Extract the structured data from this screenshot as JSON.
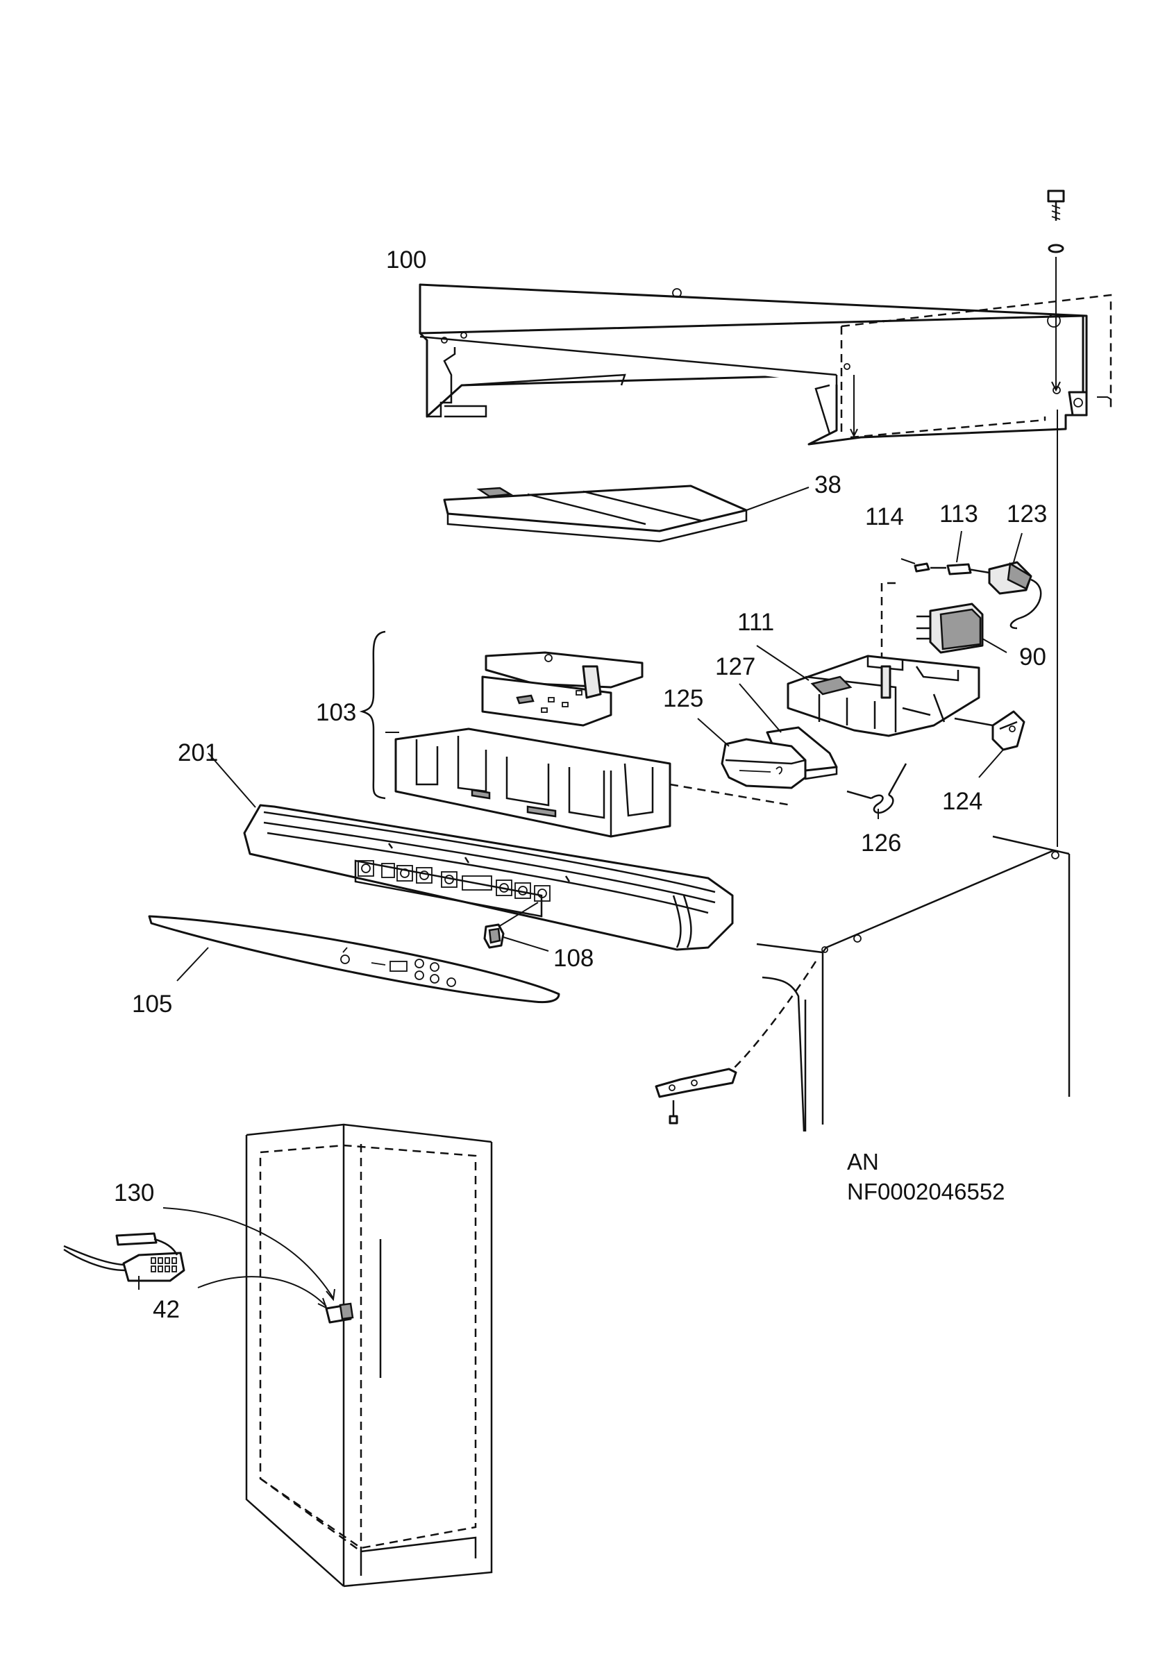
{
  "diagram": {
    "part_labels": {
      "p100": "100",
      "p38": "38",
      "p114": "114",
      "p113": "113",
      "p123": "123",
      "p111": "111",
      "p90": "90",
      "p127": "127",
      "p125": "125",
      "p103": "103",
      "p201": "201",
      "p124": "124",
      "p126": "126",
      "p108": "108",
      "p105": "105",
      "p130": "130",
      "p42": "42"
    },
    "reference": {
      "line1": "AN",
      "line2": "NF0002046552"
    }
  }
}
